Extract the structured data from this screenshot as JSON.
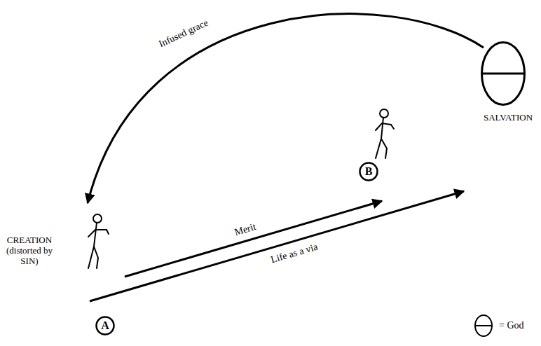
{
  "diagram": {
    "nodes": [
      {
        "text": [
          "SALVATION"
        ]
      },
      {
        "text": [
          "A"
        ]
      },
      {
        "text": [
          "B"
        ]
      }
    ],
    "labels": [
      "Infused grace",
      "Merit",
      "Life as a via",
      "CREATION (distorted by SIN)"
    ],
    "legend": [
      {
        "text": "= God"
      }
    ]
  }
}
